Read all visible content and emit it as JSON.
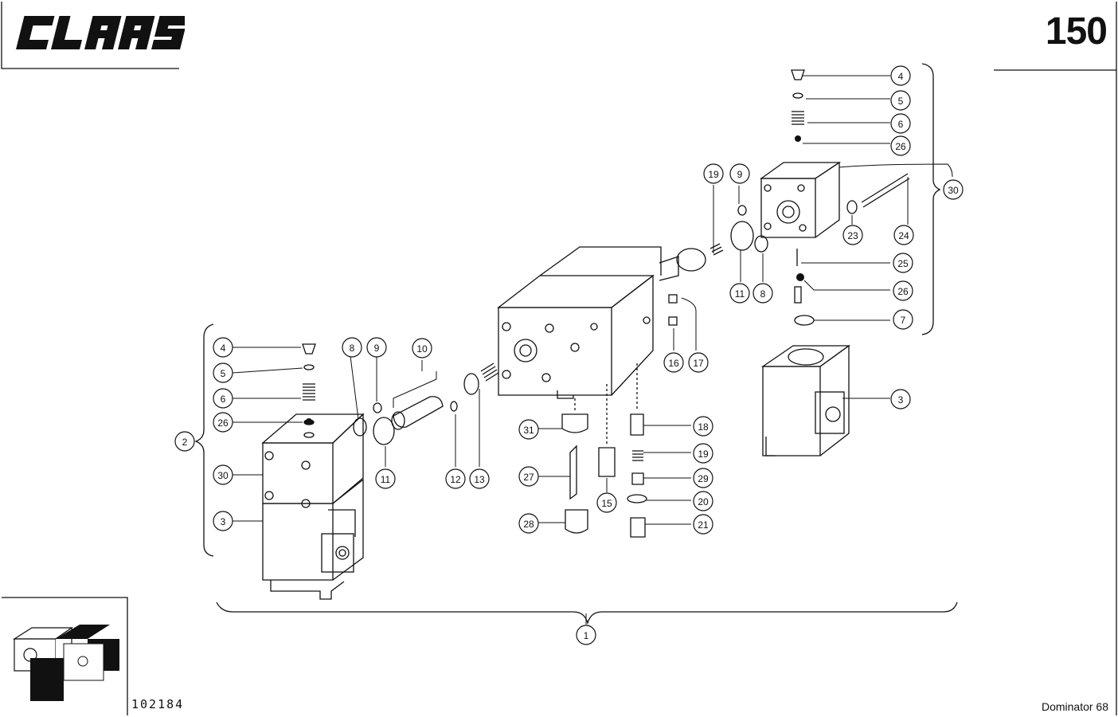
{
  "header": {
    "brand": "CLAAS",
    "page_number": "150"
  },
  "footer": {
    "drawing_number": "102184",
    "model": "Dominator 68"
  },
  "callouts": [
    "1",
    "2",
    "3",
    "4",
    "5",
    "6",
    "7",
    "8",
    "9",
    "10",
    "11",
    "12",
    "13",
    "15",
    "16",
    "17",
    "18",
    "19",
    "20",
    "21",
    "23",
    "24",
    "25",
    "26",
    "27",
    "28",
    "29",
    "30",
    "31"
  ]
}
